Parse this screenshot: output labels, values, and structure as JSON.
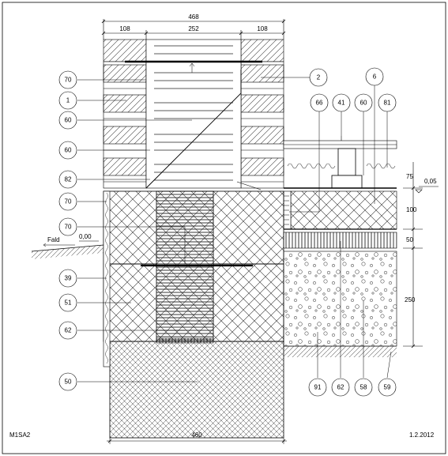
{
  "drawing": {
    "code": "M1SA2",
    "date": "1.2.2012",
    "ground_label": "Fald",
    "ground_level": "0,00",
    "right_level": "0,05"
  },
  "dimensions": {
    "top_total": "468",
    "top_left": "108",
    "top_mid": "252",
    "top_right": "108",
    "bottom_total": "460",
    "right_75": "75",
    "right_100": "100",
    "right_50": "50",
    "right_250": "250"
  },
  "callouts_left": [
    "70",
    "1",
    "60",
    "60",
    "82",
    "70",
    "70",
    "39",
    "51",
    "62",
    "50"
  ],
  "callouts_top_right": [
    "2",
    "6",
    "66",
    "41",
    "60",
    "81"
  ],
  "callouts_bottom_right": [
    "91",
    "62",
    "58",
    "59"
  ]
}
